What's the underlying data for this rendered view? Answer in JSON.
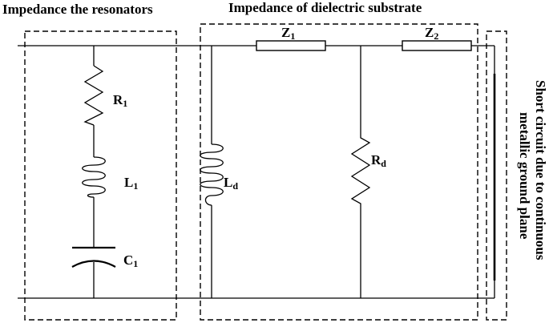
{
  "groups": {
    "resonators": {
      "title": "Impedance the resonators"
    },
    "substrate": {
      "title": "Impedance of dielectric substrate"
    },
    "ground": {
      "title_line1": "Short circuit due to continuous",
      "title_line2": "metallic ground plane"
    }
  },
  "components": {
    "r1": {
      "label": "R",
      "sub": "1"
    },
    "l1": {
      "label": "L",
      "sub": "1"
    },
    "c1": {
      "label": "C",
      "sub": "1"
    },
    "ld": {
      "label": "L",
      "sub": "d"
    },
    "rd": {
      "label": "R",
      "sub": "d"
    },
    "z1": {
      "label": "Z",
      "sub": "1"
    },
    "z2": {
      "label": "Z",
      "sub": "2"
    }
  }
}
